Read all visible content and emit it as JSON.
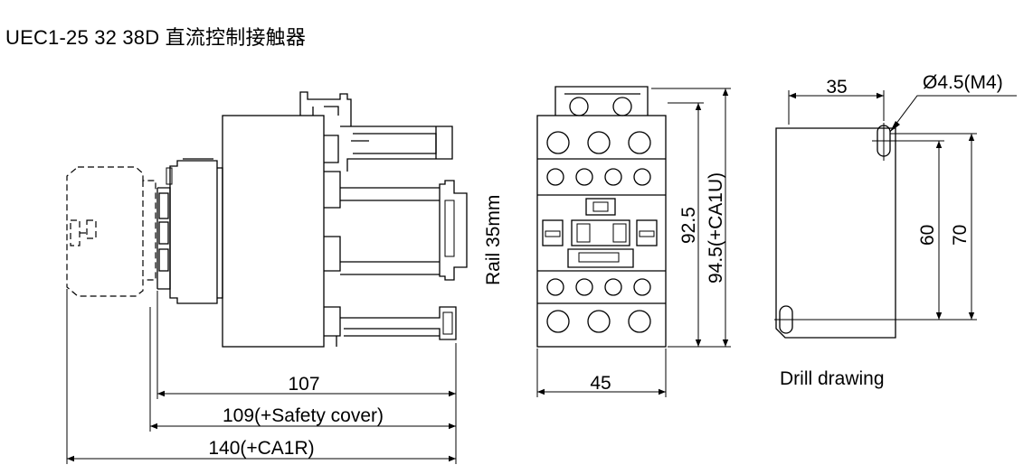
{
  "title": "UEC1-25 32 38D 直流控制接触器",
  "side_view": {
    "rail_label": "Rail 35mm",
    "dim_width": "107",
    "dim_safety_cover": "109(+Safety cover)",
    "dim_ca1r": "140(+CA1R)"
  },
  "front_view": {
    "dim_width": "45",
    "dim_height": "92.5",
    "dim_height_ca1u": "94.5(+CA1U)"
  },
  "drill_view": {
    "dim_width": "35",
    "hole_label": "Ø4.5(M4)",
    "dim_inner": "60",
    "dim_outer": "70",
    "caption": "Drill drawing"
  }
}
